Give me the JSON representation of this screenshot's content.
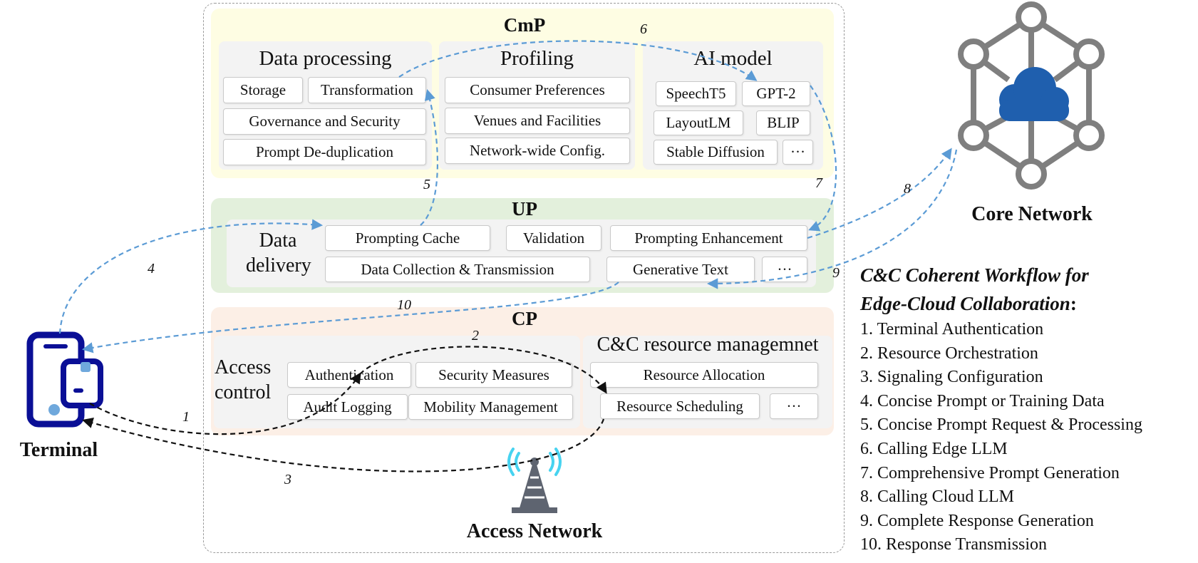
{
  "cmp": {
    "title": "CmP",
    "data_processing": {
      "title": "Data processing",
      "items": [
        "Storage",
        "Transformation",
        "Governance and Security",
        "Prompt De-duplication"
      ]
    },
    "profiling": {
      "title": "Profiling",
      "items": [
        "Consumer Preferences",
        "Venues and Facilities",
        "Network-wide Config."
      ]
    },
    "ai_model": {
      "title": "AI model",
      "items": [
        "SpeechT5",
        "GPT-2",
        "LayoutLM",
        "BLIP",
        "Stable Diffusion",
        "···"
      ]
    }
  },
  "up": {
    "title": "UP",
    "section_label_line1": "Data",
    "section_label_line2": "delivery",
    "items": [
      "Prompting Cache",
      "Validation",
      "Prompting Enhancement",
      "Data Collection & Transmission",
      "Generative Text",
      "···"
    ]
  },
  "cp": {
    "title": "CP",
    "access_control": {
      "label_line1": "Access",
      "label_line2": "control",
      "items": [
        "Authentication",
        "Security Measures",
        "Audit Logging",
        "Mobility Management"
      ]
    },
    "resource_mgmt": {
      "title": "C&C resource managemnet",
      "items": [
        "Resource Allocation",
        "Resource Scheduling",
        "···"
      ]
    }
  },
  "nodes": {
    "terminal": "Terminal",
    "access_network": "Access Network",
    "core_network": "Core Network"
  },
  "arrow_numbers": [
    "1",
    "2",
    "3",
    "4",
    "5",
    "6",
    "7",
    "8",
    "9",
    "10"
  ],
  "workflow": {
    "title_line1": "C&C Coherent Workflow for",
    "title_line2": "Edge-Cloud Collaboration",
    "title_suffix": ":",
    "steps": [
      "1. Terminal Authentication",
      "2. Resource Orchestration",
      "3. Signaling Configuration",
      "4. Concise Prompt or Training Data",
      "5. Concise Prompt Request & Processing",
      "6. Calling Edge LLM",
      "7. Comprehensive Prompt Generation",
      "8. Calling Cloud LLM",
      "9. Complete Response Generation",
      "10. Response Transmission"
    ]
  },
  "colors": {
    "cmp_bg": "#fefde3",
    "up_bg": "#e3f0dc",
    "cp_bg": "#fcefe6",
    "blue_arrow": "#5b9bd5",
    "black_arrow": "#111111",
    "core_node": "#7f7f7f",
    "cloud": "#1f5fae",
    "terminal": "#0a0f96",
    "terminal_dots": "#6fa8dc",
    "tower": "#5e6470",
    "signal": "#47d3f0"
  }
}
